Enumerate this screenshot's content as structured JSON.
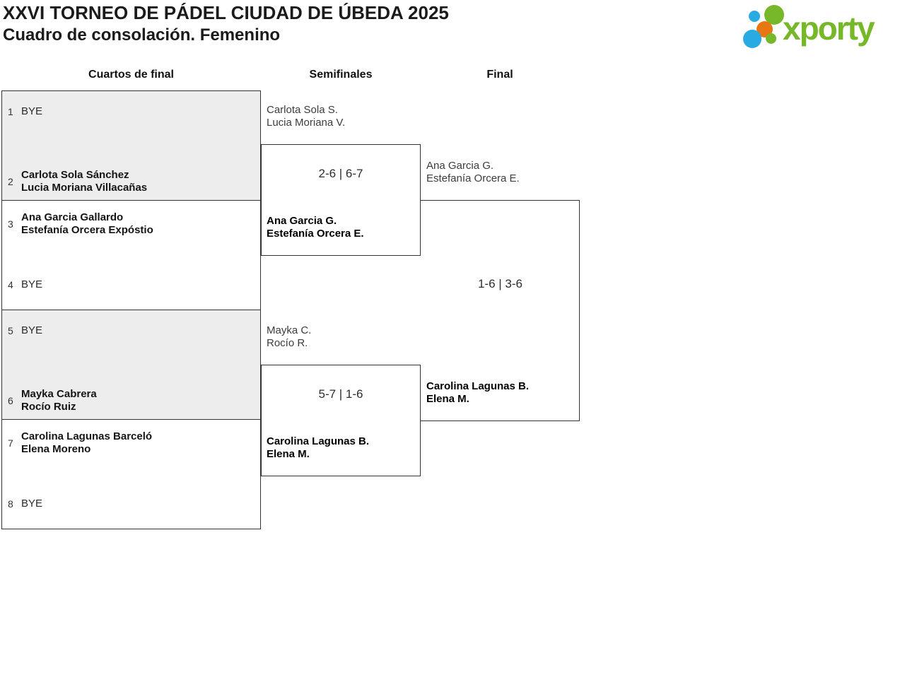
{
  "header": {
    "title": "XXVI TORNEO DE PÁDEL CIUDAD DE ÚBEDA 2025",
    "subtitle": "Cuadro de consolación. Femenino"
  },
  "logo": {
    "text": "xporty",
    "colors": {
      "green": "#76b82a",
      "blue": "#29abe2",
      "orange": "#e87612"
    }
  },
  "round_headers": {
    "quarterfinals": "Cuartos de final",
    "semifinals": "Semifinales",
    "final": "Final"
  },
  "quarterfinals": {
    "box1": {
      "top": {
        "seed": "1",
        "line1": "BYE",
        "line2": ""
      },
      "bottom": {
        "seed": "2",
        "line1": "Carlota Sola Sánchez",
        "line2": "Lucia Moriana Villacañas"
      }
    },
    "box2": {
      "top": {
        "seed": "3",
        "line1": "Ana Garcia Gallardo",
        "line2": "Estefanía Orcera Expóstio"
      },
      "bottom": {
        "seed": "4",
        "line1": "BYE",
        "line2": ""
      }
    },
    "box3": {
      "top": {
        "seed": "5",
        "line1": "BYE",
        "line2": ""
      },
      "bottom": {
        "seed": "6",
        "line1": "Mayka Cabrera",
        "line2": "Rocío Ruiz"
      }
    },
    "box4": {
      "top": {
        "seed": "7",
        "line1": "Carolina Lagunas Barceló",
        "line2": "Elena Moreno"
      },
      "bottom": {
        "seed": "8",
        "line1": "BYE",
        "line2": ""
      }
    }
  },
  "semifinal1": {
    "team_from_top": {
      "line1": "Carlota Sola S.",
      "line2": "Lucia Moriana V."
    },
    "score": "2-6 | 6-7",
    "winner": {
      "line1": "Ana Garcia G.",
      "line2": "Estefanía Orcera E."
    }
  },
  "semifinal2": {
    "team_from_top": {
      "line1": "Mayka C.",
      "line2": "Rocío R."
    },
    "score": "5-7 | 1-6",
    "winner": {
      "line1": "Carolina Lagunas B.",
      "line2": "Elena M."
    }
  },
  "final": {
    "team_from_top": {
      "line1": "Ana Garcia G.",
      "line2": "Estefanía Orcera E."
    },
    "score": "1-6 | 3-6",
    "winner": {
      "line1": "Carolina Lagunas B.",
      "line2": "Elena M."
    }
  },
  "style_colors": {
    "bracket_border": "#333333",
    "shaded_box_background": "#ededed"
  }
}
